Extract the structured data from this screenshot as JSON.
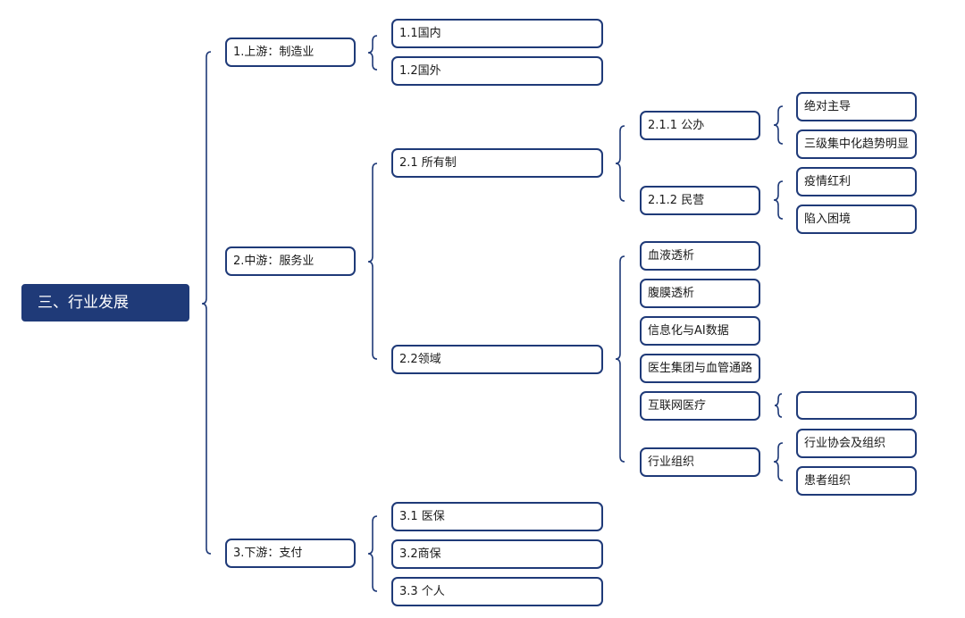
{
  "colors": {
    "line": "#1f3a78",
    "root_fill": "#1f3a78",
    "root_text": "#ffffff",
    "node_text": "#1a1a1a"
  },
  "mindmap": {
    "root": "三、行业发展",
    "upstream": {
      "label": "1.上游：制造业",
      "domestic": "1.1国内",
      "foreign": "1.2国外"
    },
    "midstream": {
      "label": "2.中游：服务业",
      "ownership": {
        "label": "2.1 所有制",
        "public": {
          "label": "2.1.1 公办",
          "dominant": "绝对主导",
          "tertiary_trend": "三级集中化趋势明显"
        },
        "private": {
          "label": "2.1.2 民营",
          "epidemic_dividend": "疫情红利",
          "difficulty": "陷入困境"
        }
      },
      "field": {
        "label": "2.2领域",
        "hemodialysis": "血液透析",
        "peritoneal": "腹膜透析",
        "informatization": "信息化与AI数据",
        "hospital_group": "医生集团与血管通路",
        "internet": {
          "label": "互联网医疗",
          "child": ""
        },
        "org": {
          "label": "行业组织",
          "association": "行业协会及组织",
          "patient_org": "患者组织"
        }
      }
    },
    "downstream": {
      "label": "3.下游：支付",
      "medical_insurance": "3.1 医保",
      "commercial_insurance": "3.2商保",
      "personal": "3.3 个人"
    }
  }
}
